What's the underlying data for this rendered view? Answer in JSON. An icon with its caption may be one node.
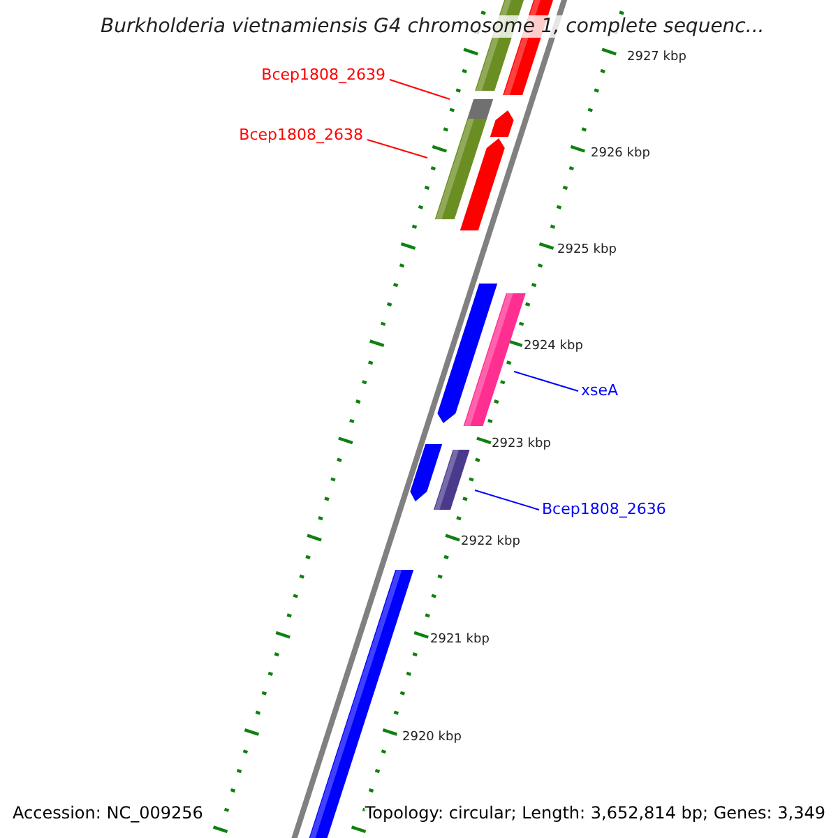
{
  "diagram": {
    "title": "Burkholderia vietnamiensis G4 chromosome 1, complete sequenc...",
    "nodes": [
      {
        "text": [
          "Bcep1808_2639"
        ]
      },
      {
        "text": [],
        "shape": "box"
      },
      {
        "text": [
          "Bcep1808_2638"
        ]
      },
      {
        "text": [],
        "shape": "bar"
      },
      {
        "text": [
          "xseA"
        ]
      },
      {
        "text": [],
        "shape": "bar"
      },
      {
        "text": [
          "Bcep1808_2636"
        ]
      },
      {
        "text": [],
        "shape": "bar"
      },
      {
        "text": [],
        "shape": "bar"
      },
      {
        "text": [],
        "shape": "bar"
      },
      {
        "text": [],
        "shape": "arrow"
      },
      {
        "text": [],
        "shape": "arrow"
      },
      {
        "text": [],
        "shape": "arrow"
      },
      {
        "text": [],
        "shape": "arrow"
      },
      {
        "text": [],
        "shape": "bar"
      }
    ],
    "edges": [
      {
        "from": 0,
        "to": 1,
        "arrow": "none",
        "color": "#ff0000"
      },
      {
        "from": 2,
        "to": 3,
        "arrow": "none",
        "color": "#ff0000"
      },
      {
        "from": 4,
        "to": 5,
        "arrow": "none",
        "color": "#0000ff"
      },
      {
        "from": 6,
        "to": 7,
        "arrow": "none",
        "color": "#0000ff"
      }
    ],
    "labels": [
      "2927 kbp",
      "2926 kbp",
      "2925 kbp",
      "2924 kbp",
      "2923 kbp",
      "2922 kbp",
      "2921 kbp",
      "2920 kbp",
      "Accession: NC_009256",
      "Topology: circular; Length: 3,652,814 bp; Genes: 3,349"
    ]
  }
}
